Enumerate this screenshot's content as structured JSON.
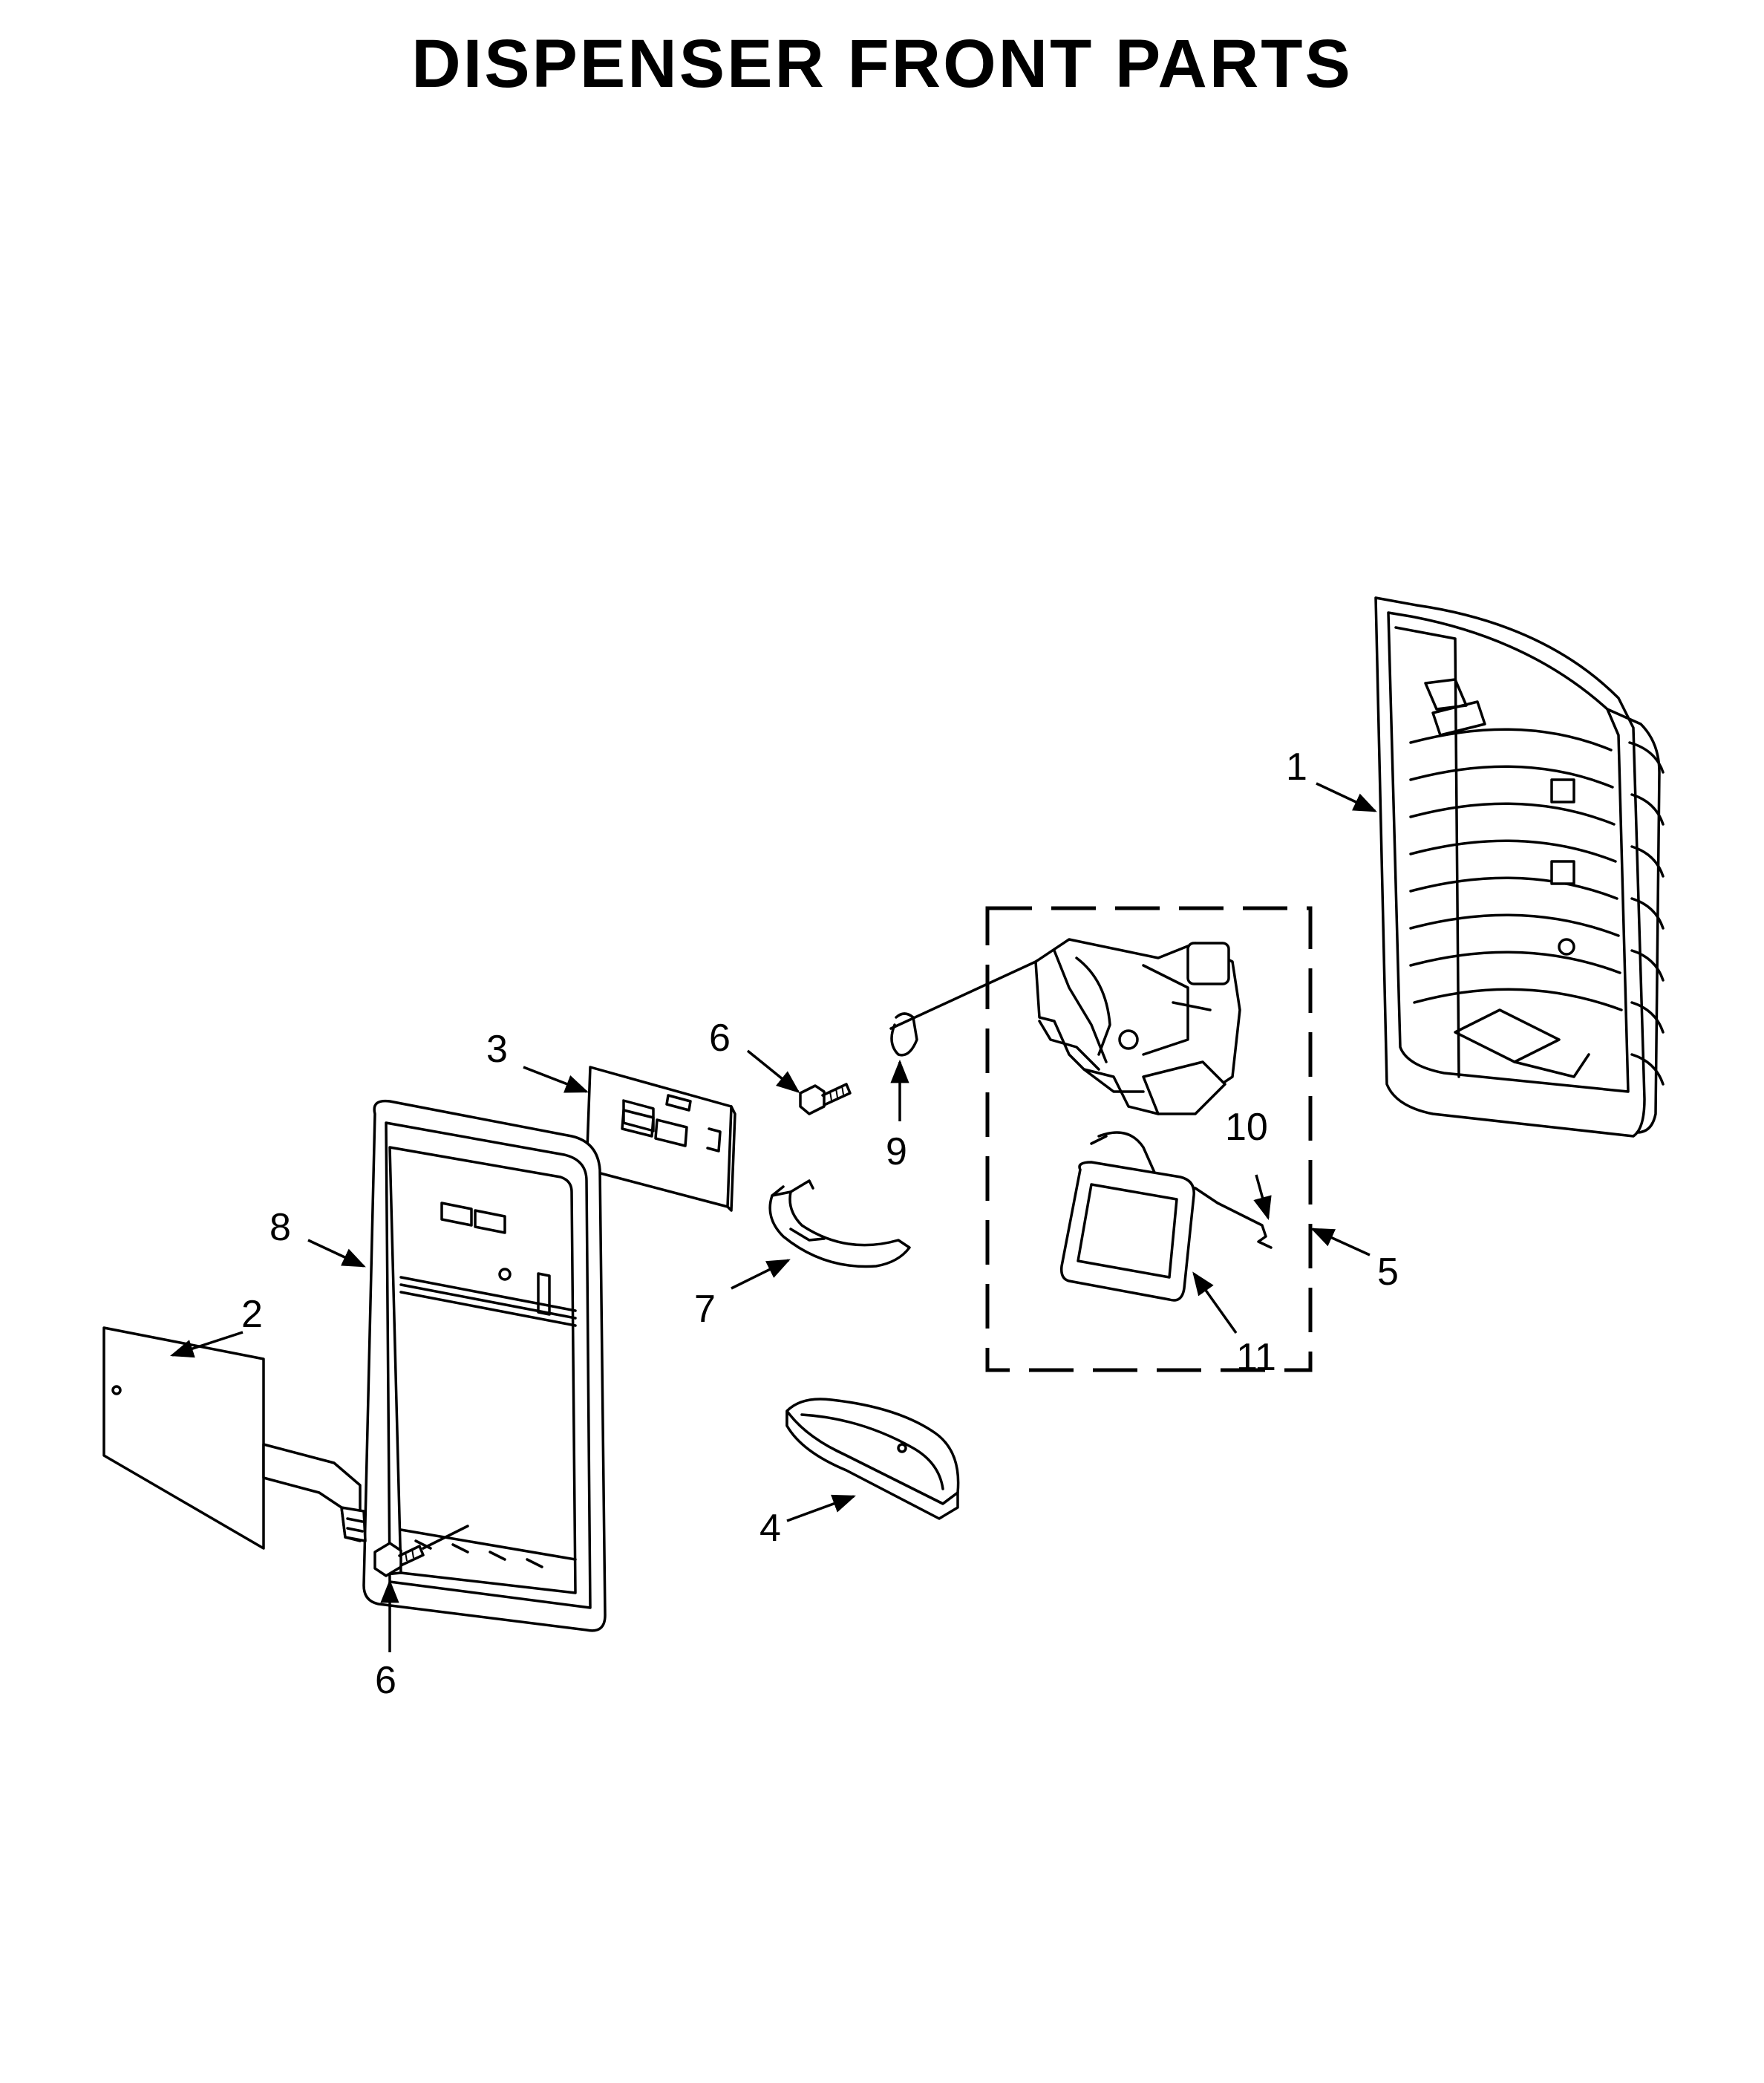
{
  "title": "DISPENSER FRONT PARTS",
  "callouts": {
    "c1": "1",
    "c2": "2",
    "c3": "3",
    "c4": "4",
    "c5": "5",
    "c6a": "6",
    "c6b": "6",
    "c7": "7",
    "c8": "8",
    "c9": "9",
    "c10": "10",
    "c11": "11"
  }
}
